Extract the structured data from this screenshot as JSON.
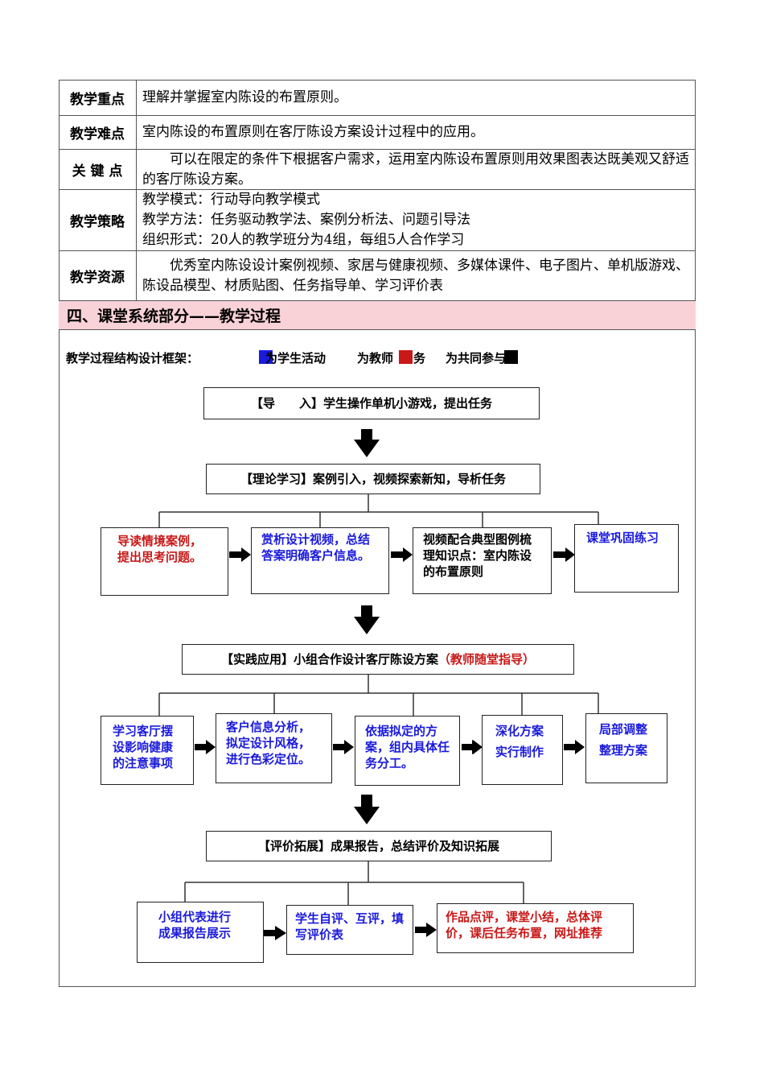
{
  "table": {
    "focus": {
      "label": "教学重点",
      "text": "理解并掌握室内陈设的布置原则。"
    },
    "difficulty": {
      "label": "教学难点",
      "text": "室内陈设的布置原则在客厅陈设方案设计过程中的应用。"
    },
    "key": {
      "label": "关 键 点",
      "text": "可以在限定的条件下根据客户需求，运用室内陈设布置原则用效果图表达既美观又舒适的客厅陈设方案。"
    },
    "strategy": {
      "label": "教学策略",
      "lines": [
        "教学模式：行动导向教学模式",
        "教学方法：任务驱动教学法、案例分析法、问题引导法",
        "组织形式：20人的教学班分为4组，每组5人合作学习"
      ]
    },
    "resources": {
      "label": "教学资源",
      "text": "优秀室内陈设设计案例视频、家居与健康视频、多媒体课件、电子图片、单机版游戏、陈设品模型、材质贴图、任务指导单、学习评价表"
    }
  },
  "section_title": "四、课堂系统部分——教学过程",
  "framework_label": "教学过程结构设计框架：",
  "legend": {
    "student": "为学生活动",
    "teacher": "为教师",
    "teacher_tail": "务",
    "shared": "为共同参与",
    "colors": {
      "student": "#1a1adc",
      "teacher": "#c81818",
      "shared": "#000000"
    }
  },
  "stages": {
    "intro": "【导　　入】学生操作单机小游戏，提出任务",
    "theory": "【理论学习】案例引入，视频探索新知，导析任务",
    "practice_main": "【实践应用】小组合作设计客厅陈设方案",
    "practice_note": "（教师随堂指导）",
    "evaluate": "【评价拓展】成果报告，总结评价及知识拓展"
  },
  "theory_steps": [
    {
      "text": "导读情境案例，提出思考问题。",
      "role": "teacher"
    },
    {
      "text": "赏析设计视频，总结答案明确客户信息。",
      "role": "student"
    },
    {
      "text": "视频配合典型图例梳理知识点：室内陈设的布置原则",
      "role": "shared"
    },
    {
      "text": "课堂巩固练习",
      "role": "student"
    }
  ],
  "practice_steps": [
    {
      "text": "学习客厅摆设影响健康的注意事项",
      "role": "student"
    },
    {
      "text": "客户信息分析，拟定设计风格，进行色彩定位。",
      "role": "student"
    },
    {
      "text": "依据拟定的方案，组内具体任务分工。",
      "role": "student"
    },
    {
      "text": "深化方案实行制作",
      "role": "student"
    },
    {
      "text": "局部调整整理方案",
      "role": "student"
    }
  ],
  "evaluate_steps": [
    {
      "text": "小组代表进行成果报告展示",
      "role": "student"
    },
    {
      "text": "学生自评、互评，填写评价表",
      "role": "student"
    },
    {
      "text": "作品点评，课堂小结，总体评价，课后任务布置，网址推荐",
      "role": "teacher"
    }
  ]
}
